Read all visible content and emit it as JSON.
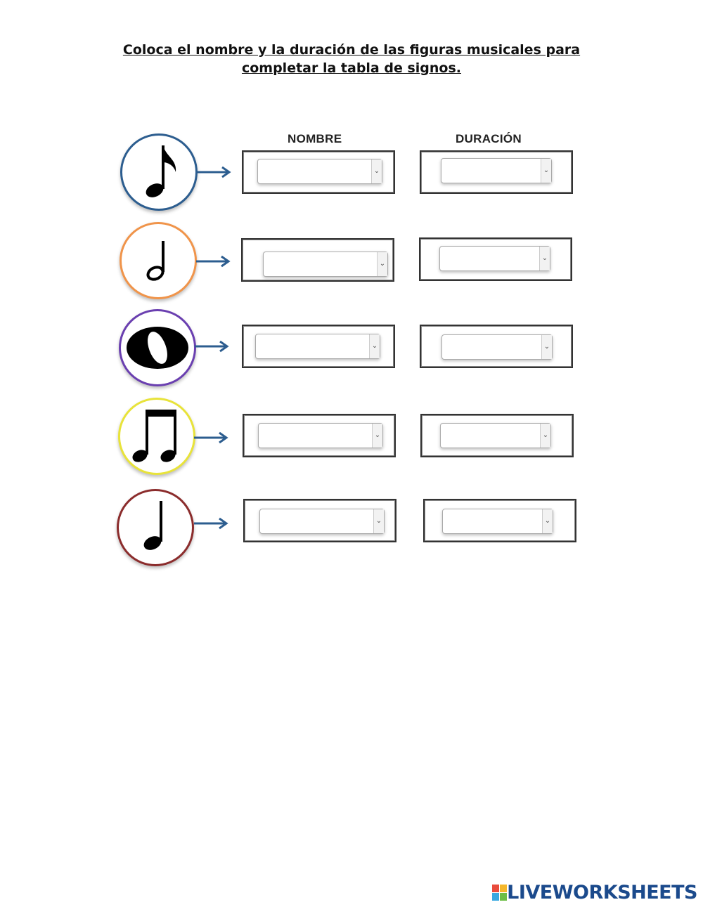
{
  "instructions": "Coloca el nombre y la duración de las figuras musicales para completar la tabla de signos.",
  "columns": {
    "name": "NOMBRE",
    "duration": "DURACIÓN"
  },
  "rows": [
    {
      "note_icon": "eighth-note-icon",
      "circle_color": "#2c5d8f",
      "name_value": "",
      "duration_value": ""
    },
    {
      "note_icon": "half-note-icon",
      "circle_color": "#f0944a",
      "name_value": "",
      "duration_value": ""
    },
    {
      "note_icon": "whole-note-icon",
      "circle_color": "#6a3fb0",
      "name_value": "",
      "duration_value": ""
    },
    {
      "note_icon": "beamed-eighth-notes-icon",
      "circle_color": "#e8e33a",
      "name_value": "",
      "duration_value": ""
    },
    {
      "note_icon": "quarter-note-icon",
      "circle_color": "#8b2c2c",
      "name_value": "",
      "duration_value": ""
    }
  ],
  "arrow_color": "#2c5d8f",
  "footer": {
    "brand": "LIVEWORKSHEETS",
    "color": "#1b4a8c"
  }
}
